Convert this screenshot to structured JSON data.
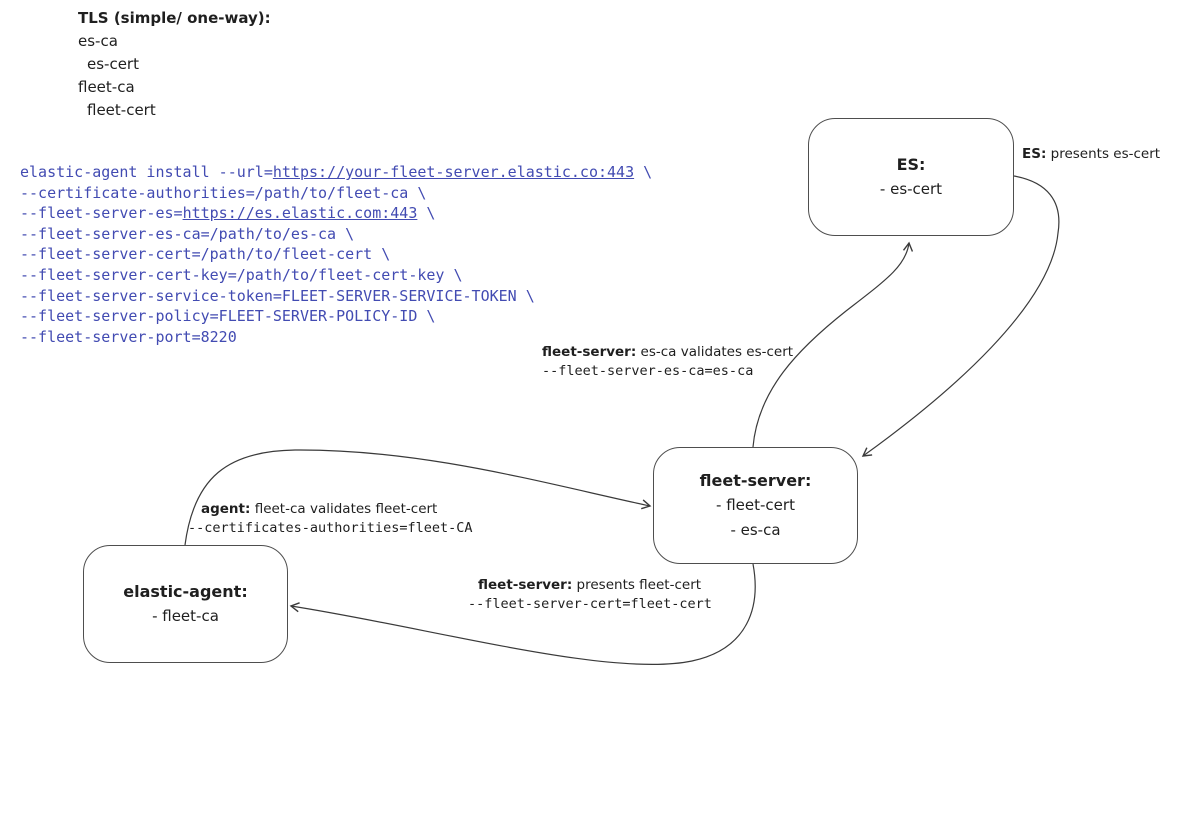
{
  "header": {
    "title": "TLS (simple/ one-way):",
    "items": [
      "es-ca",
      "es-cert",
      "fleet-ca",
      "fleet-cert"
    ]
  },
  "command": {
    "color": "#424bb2",
    "lines": [
      {
        "pre": "elastic-agent install --url=",
        "link": "https://your-fleet-server.elastic.co:443",
        "post": " \\"
      },
      {
        "pre": "--certificate-authorities=/path/to/fleet-ca \\",
        "link": "",
        "post": ""
      },
      {
        "pre": "--fleet-server-es=",
        "link": "https://es.elastic.com:443",
        "post": " \\"
      },
      {
        "pre": "--fleet-server-es-ca=/path/to/es-ca \\",
        "link": "",
        "post": ""
      },
      {
        "pre": "--fleet-server-cert=/path/to/fleet-cert \\",
        "link": "",
        "post": ""
      },
      {
        "pre": "--fleet-server-cert-key=/path/to/fleet-cert-key \\",
        "link": "",
        "post": ""
      },
      {
        "pre": "--fleet-server-service-token=FLEET-SERVER-SERVICE-TOKEN \\",
        "link": "",
        "post": ""
      },
      {
        "pre": "--fleet-server-policy=FLEET-SERVER-POLICY-ID \\",
        "link": "",
        "post": ""
      },
      {
        "pre": "--fleet-server-port=8220",
        "link": "",
        "post": ""
      }
    ]
  },
  "nodes": {
    "es": {
      "title": "ES:",
      "lines": [
        "- es-cert"
      ]
    },
    "fleet_server": {
      "title": "fleet-server:",
      "lines": [
        "- fleet-cert",
        "- es-ca"
      ]
    },
    "elastic_agent": {
      "title": "elastic-agent:",
      "lines": [
        "- fleet-ca"
      ]
    }
  },
  "edge_labels": {
    "es_presents": {
      "bold": "ES:",
      "text": " presents es-cert"
    },
    "fleet_validates": {
      "bold": "fleet-server:",
      "text": " es-ca validates es-cert",
      "code": "--fleet-server-es-ca=es-ca"
    },
    "agent_validates": {
      "bold": "agent:",
      "text": " fleet-ca validates fleet-cert",
      "code": "--certificates-authorities=fleet-CA"
    },
    "fleet_presents": {
      "bold": "fleet-server:",
      "text": " presents fleet-cert",
      "code": "--fleet-server-cert=fleet-cert"
    }
  },
  "diagram": {
    "stroke_color": "#3a3a3a",
    "edges": [
      "fleet-server to ES (validates)",
      "ES to fleet-server (presents es-cert)",
      "elastic-agent to fleet-server (validates)",
      "fleet-server to elastic-agent (presents fleet-cert)"
    ]
  }
}
